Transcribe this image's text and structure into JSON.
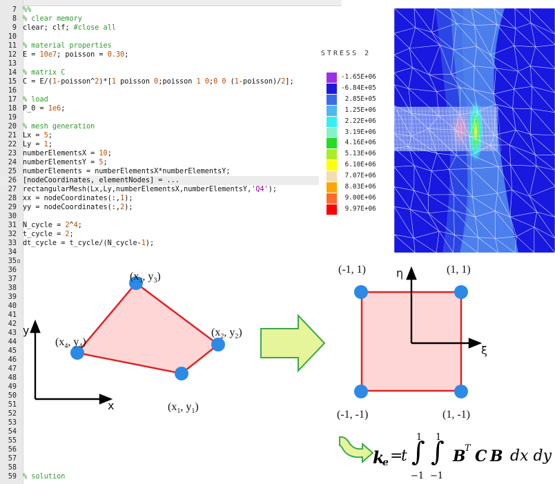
{
  "editor": {
    "lines": [
      {
        "n": "7",
        "parts": [
          {
            "t": "%%",
            "c": "cm"
          }
        ]
      },
      {
        "n": "8",
        "parts": [
          {
            "t": "% clear memory",
            "c": "cm"
          }
        ]
      },
      {
        "n": "9",
        "parts": [
          {
            "t": "clear; clf; ",
            "c": ""
          },
          {
            "t": "#close all",
            "c": "cm"
          }
        ]
      },
      {
        "n": "10",
        "parts": []
      },
      {
        "n": "11",
        "parts": [
          {
            "t": "% material properties",
            "c": "cm"
          }
        ]
      },
      {
        "n": "12",
        "parts": [
          {
            "t": "E = ",
            "c": ""
          },
          {
            "t": "10e7",
            "c": "num"
          },
          {
            "t": "; poisson = ",
            "c": ""
          },
          {
            "t": "0.30",
            "c": "num"
          },
          {
            "t": ";",
            "c": ""
          }
        ]
      },
      {
        "n": "13",
        "parts": []
      },
      {
        "n": "14",
        "parts": [
          {
            "t": "% matrix C",
            "c": "cm"
          }
        ]
      },
      {
        "n": "15",
        "parts": [
          {
            "t": "C = E/(",
            "c": ""
          },
          {
            "t": "1",
            "c": "num"
          },
          {
            "t": "-poisson^",
            "c": ""
          },
          {
            "t": "2",
            "c": "num"
          },
          {
            "t": ")*[",
            "c": ""
          },
          {
            "t": "1",
            "c": "num"
          },
          {
            "t": " poisson ",
            "c": ""
          },
          {
            "t": "0",
            "c": "num"
          },
          {
            "t": ";poisson ",
            "c": ""
          },
          {
            "t": "1",
            "c": "num"
          },
          {
            "t": " ",
            "c": ""
          },
          {
            "t": "0",
            "c": "num"
          },
          {
            "t": ";",
            "c": ""
          },
          {
            "t": "0",
            "c": "num"
          },
          {
            "t": " ",
            "c": ""
          },
          {
            "t": "0",
            "c": "num"
          },
          {
            "t": " (",
            "c": ""
          },
          {
            "t": "1",
            "c": "num"
          },
          {
            "t": "-poisson)/",
            "c": ""
          },
          {
            "t": "2",
            "c": "num"
          },
          {
            "t": "];",
            "c": ""
          }
        ]
      },
      {
        "n": "16",
        "parts": []
      },
      {
        "n": "17",
        "parts": [
          {
            "t": "% load",
            "c": "cm"
          }
        ]
      },
      {
        "n": "18",
        "parts": [
          {
            "t": "P_0 = ",
            "c": ""
          },
          {
            "t": "1e6",
            "c": "num"
          },
          {
            "t": ";",
            "c": ""
          }
        ]
      },
      {
        "n": "19",
        "parts": []
      },
      {
        "n": "20",
        "parts": [
          {
            "t": "% mesh generation",
            "c": "cm"
          }
        ]
      },
      {
        "n": "21",
        "parts": [
          {
            "t": "Lx = ",
            "c": ""
          },
          {
            "t": "5",
            "c": "num"
          },
          {
            "t": ";",
            "c": ""
          }
        ]
      },
      {
        "n": "22",
        "parts": [
          {
            "t": "Ly = ",
            "c": ""
          },
          {
            "t": "1",
            "c": "num"
          },
          {
            "t": ";",
            "c": ""
          }
        ]
      },
      {
        "n": "23",
        "parts": [
          {
            "t": "numberElementsX = ",
            "c": ""
          },
          {
            "t": "10",
            "c": "num"
          },
          {
            "t": ";",
            "c": ""
          }
        ]
      },
      {
        "n": "24",
        "parts": [
          {
            "t": "numberElementsY = ",
            "c": ""
          },
          {
            "t": "5",
            "c": "num"
          },
          {
            "t": ";",
            "c": ""
          }
        ]
      },
      {
        "n": "25",
        "parts": [
          {
            "t": "numberElements = numberElementsX*numberElementsY;",
            "c": ""
          }
        ]
      },
      {
        "n": "26",
        "parts": [
          {
            "t": "[nodeCoordinates, elementNodes] = ...",
            "c": ""
          }
        ],
        "current": true
      },
      {
        "n": "27",
        "parts": [
          {
            "t": "rectangularMesh(Lx,Ly,numberElementsX,numberElementsY,",
            "c": ""
          },
          {
            "t": "'Q4'",
            "c": "str"
          },
          {
            "t": ");",
            "c": ""
          }
        ]
      },
      {
        "n": "28",
        "parts": [
          {
            "t": "xx = nodeCoordinates(:,",
            "c": ""
          },
          {
            "t": "1",
            "c": "num"
          },
          {
            "t": ");",
            "c": ""
          }
        ]
      },
      {
        "n": "29",
        "parts": [
          {
            "t": "yy = nodeCoordinates(:,",
            "c": ""
          },
          {
            "t": "2",
            "c": "num"
          },
          {
            "t": ");",
            "c": ""
          }
        ]
      },
      {
        "n": "30",
        "parts": []
      },
      {
        "n": "31",
        "parts": [
          {
            "t": "N_cycle = ",
            "c": ""
          },
          {
            "t": "2",
            "c": "num"
          },
          {
            "t": "^",
            "c": ""
          },
          {
            "t": "4",
            "c": "num"
          },
          {
            "t": ";",
            "c": ""
          }
        ]
      },
      {
        "n": "32",
        "parts": [
          {
            "t": "t_cycle = ",
            "c": ""
          },
          {
            "t": "2",
            "c": "num"
          },
          {
            "t": ";",
            "c": ""
          }
        ]
      },
      {
        "n": "33",
        "parts": [
          {
            "t": "dt_cycle = t_cycle/(N_cycle-",
            "c": ""
          },
          {
            "t": "1",
            "c": "num"
          },
          {
            "t": ");",
            "c": ""
          }
        ]
      },
      {
        "n": "34",
        "parts": []
      },
      {
        "n": "35",
        "parts": [],
        "fold": "▫"
      },
      {
        "n": "36",
        "parts": []
      },
      {
        "n": "37",
        "parts": []
      },
      {
        "n": "38",
        "parts": []
      },
      {
        "n": "39",
        "parts": []
      },
      {
        "n": "40",
        "parts": []
      },
      {
        "n": "41",
        "parts": []
      },
      {
        "n": "42",
        "parts": []
      },
      {
        "n": "43",
        "parts": []
      },
      {
        "n": "44",
        "parts": []
      },
      {
        "n": "45",
        "parts": []
      },
      {
        "n": "46",
        "parts": []
      },
      {
        "n": "47",
        "parts": []
      },
      {
        "n": "48",
        "parts": []
      },
      {
        "n": "49",
        "parts": []
      },
      {
        "n": "50",
        "parts": []
      },
      {
        "n": "51",
        "parts": []
      },
      {
        "n": "52",
        "parts": []
      },
      {
        "n": "53",
        "parts": []
      },
      {
        "n": "54",
        "parts": []
      },
      {
        "n": "55",
        "parts": []
      },
      {
        "n": "56",
        "parts": []
      },
      {
        "n": "57",
        "parts": []
      },
      {
        "n": "58",
        "parts": []
      },
      {
        "n": "59",
        "parts": [
          {
            "t": "% solution",
            "c": "cm"
          }
        ]
      }
    ]
  },
  "stress": {
    "title": "STRESS 2",
    "legend": [
      {
        "label": "-1.65E+06",
        "color": "#9b30e8"
      },
      {
        "label": "-6.84E+05",
        "color": "#1a1adc"
      },
      {
        "label": " 2.85E+05",
        "color": "#3d6bea"
      },
      {
        "label": " 1.25E+06",
        "color": "#4fb6f4"
      },
      {
        "label": " 2.22E+06",
        "color": "#33f0ee"
      },
      {
        "label": " 3.19E+06",
        "color": "#85f2c8"
      },
      {
        "label": " 4.16E+06",
        "color": "#22dd22"
      },
      {
        "label": " 5.13E+06",
        "color": "#a8ee22"
      },
      {
        "label": " 6.10E+06",
        "color": "#ffff00"
      },
      {
        "label": " 7.07E+06",
        "color": "#f2deb0"
      },
      {
        "label": " 8.03E+06",
        "color": "#ffa500"
      },
      {
        "label": " 9.00E+06",
        "color": "#ff6a2a"
      },
      {
        "label": " 9.97E+06",
        "color": "#ff0000"
      }
    ]
  },
  "diagram": {
    "physical": {
      "labels": {
        "n1": "(x",
        "n1s": "1",
        "n1b": ", y",
        "n1t": "1",
        "n1e": ")",
        "n2": "(x",
        "n2s": "2",
        "n2b": ", y",
        "n2t": "2",
        "n2e": ")",
        "n3": "(x",
        "n3s": "3",
        "n3b": ", y",
        "n3t": "3",
        "n3e": ")",
        "n4": "(x",
        "n4s": "4",
        "n4b": ", y",
        "n4t": "4",
        "n4e": ")"
      },
      "x_axis": "x",
      "y_axis": "y"
    },
    "reference": {
      "corners": {
        "tl": "(-1, 1)",
        "tr": "(1, 1)",
        "bl": "(-1, -1)",
        "br": "(1, -1)"
      },
      "xi": "ξ",
      "eta": "η"
    },
    "colors": {
      "element_fill": "#ffd6d6",
      "element_edge": "#e02222",
      "node": "#2a8ae6",
      "arrow_fill": "#e6f59a",
      "arrow_edge": "#3aa84a"
    }
  },
  "formula": {
    "k": "k",
    "e": "e",
    "eq": "=",
    "t": "t",
    "upper1": "1",
    "upper2": "1",
    "lower1": "−1",
    "lower2": "−1",
    "B": "B",
    "T": "T",
    "C": "C",
    "B2": "B",
    "dxdy": "dx dy"
  }
}
